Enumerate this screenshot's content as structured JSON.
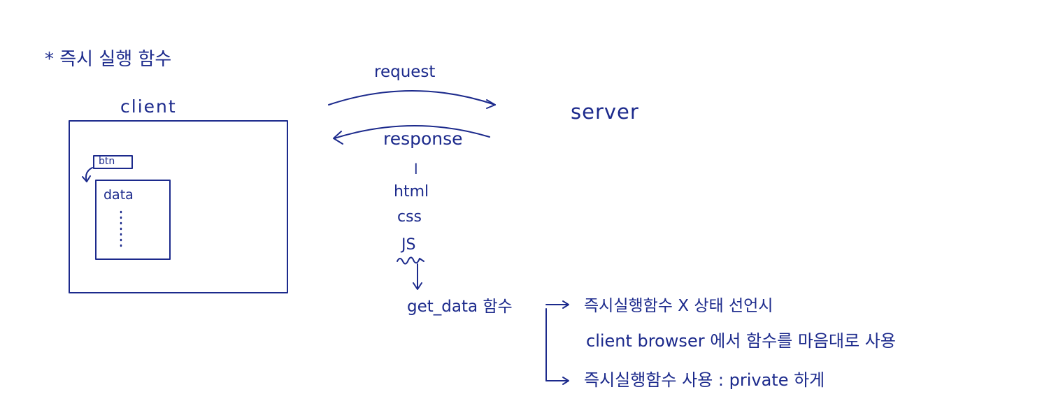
{
  "title": "* 즉시 실행 함수",
  "client": {
    "label": "client",
    "btn_label": "btn",
    "data_label": "data"
  },
  "server": {
    "label": "server"
  },
  "arrows": {
    "request_label": "request",
    "response_label": "response"
  },
  "response_contents": [
    "l",
    "html",
    "css",
    "JS"
  ],
  "get_data_label": "get_data 함수",
  "notes": [
    "즉시실행함수 X 상태 선언시",
    "client browser 에서 함수를 마음대로 사용",
    "즉시실행함수 사용 :  private 하게"
  ],
  "colors": {
    "ink": "#1c2a8c",
    "background": "#ffffff"
  }
}
